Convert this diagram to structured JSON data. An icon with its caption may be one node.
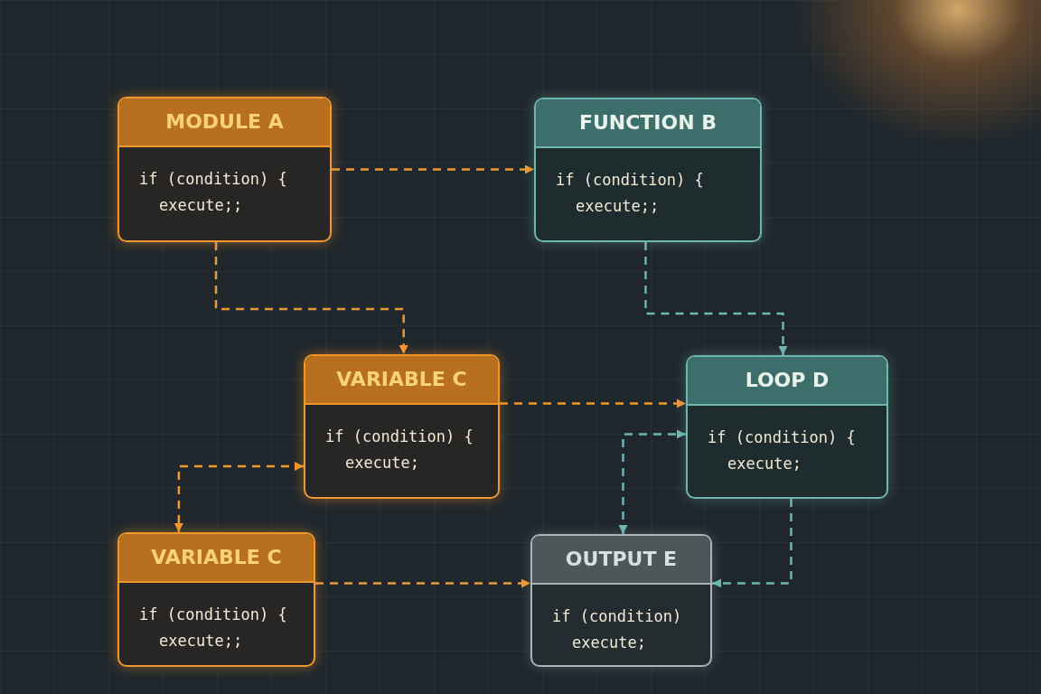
{
  "diagram": {
    "nodes": [
      {
        "text": [
          "MODULE A",
          "if (condition) { execute;;"
        ]
      },
      {
        "text": [
          "FUNCTION B",
          "if (condition) { execute;;"
        ]
      },
      {
        "text": [
          "VARIABLE C",
          "if (condition) { execute;"
        ]
      },
      {
        "text": [
          "LOOP D",
          "if (condition) { execute;"
        ]
      },
      {
        "text": [
          "VARIABLE C",
          "if (condition) { execute;;"
        ]
      },
      {
        "text": [
          "OUTPUT E",
          "if (condition) execute;"
        ]
      }
    ],
    "edges": [
      {
        "from": 0,
        "to": 1,
        "arrow": "to",
        "style": "dashed"
      },
      {
        "from": 0,
        "to": 2,
        "arrow": "to",
        "style": "dashed"
      },
      {
        "from": 1,
        "to": 3,
        "arrow": "to",
        "style": "dashed",
        "color": "#6fb6b2"
      },
      {
        "from": 2,
        "to": 3,
        "arrow": "to",
        "style": "dashed"
      },
      {
        "from": 2,
        "to": 4,
        "arrow": "both",
        "style": "dashed"
      },
      {
        "from": 5,
        "to": 3,
        "arrow": "both",
        "style": "dashed",
        "color": "#6fb6b2"
      },
      {
        "from": 4,
        "to": 5,
        "arrow": "to",
        "style": "dashed"
      },
      {
        "from": 3,
        "to": 5,
        "arrow": "to",
        "style": "dashed",
        "color": "#6fb6b2"
      }
    ]
  }
}
